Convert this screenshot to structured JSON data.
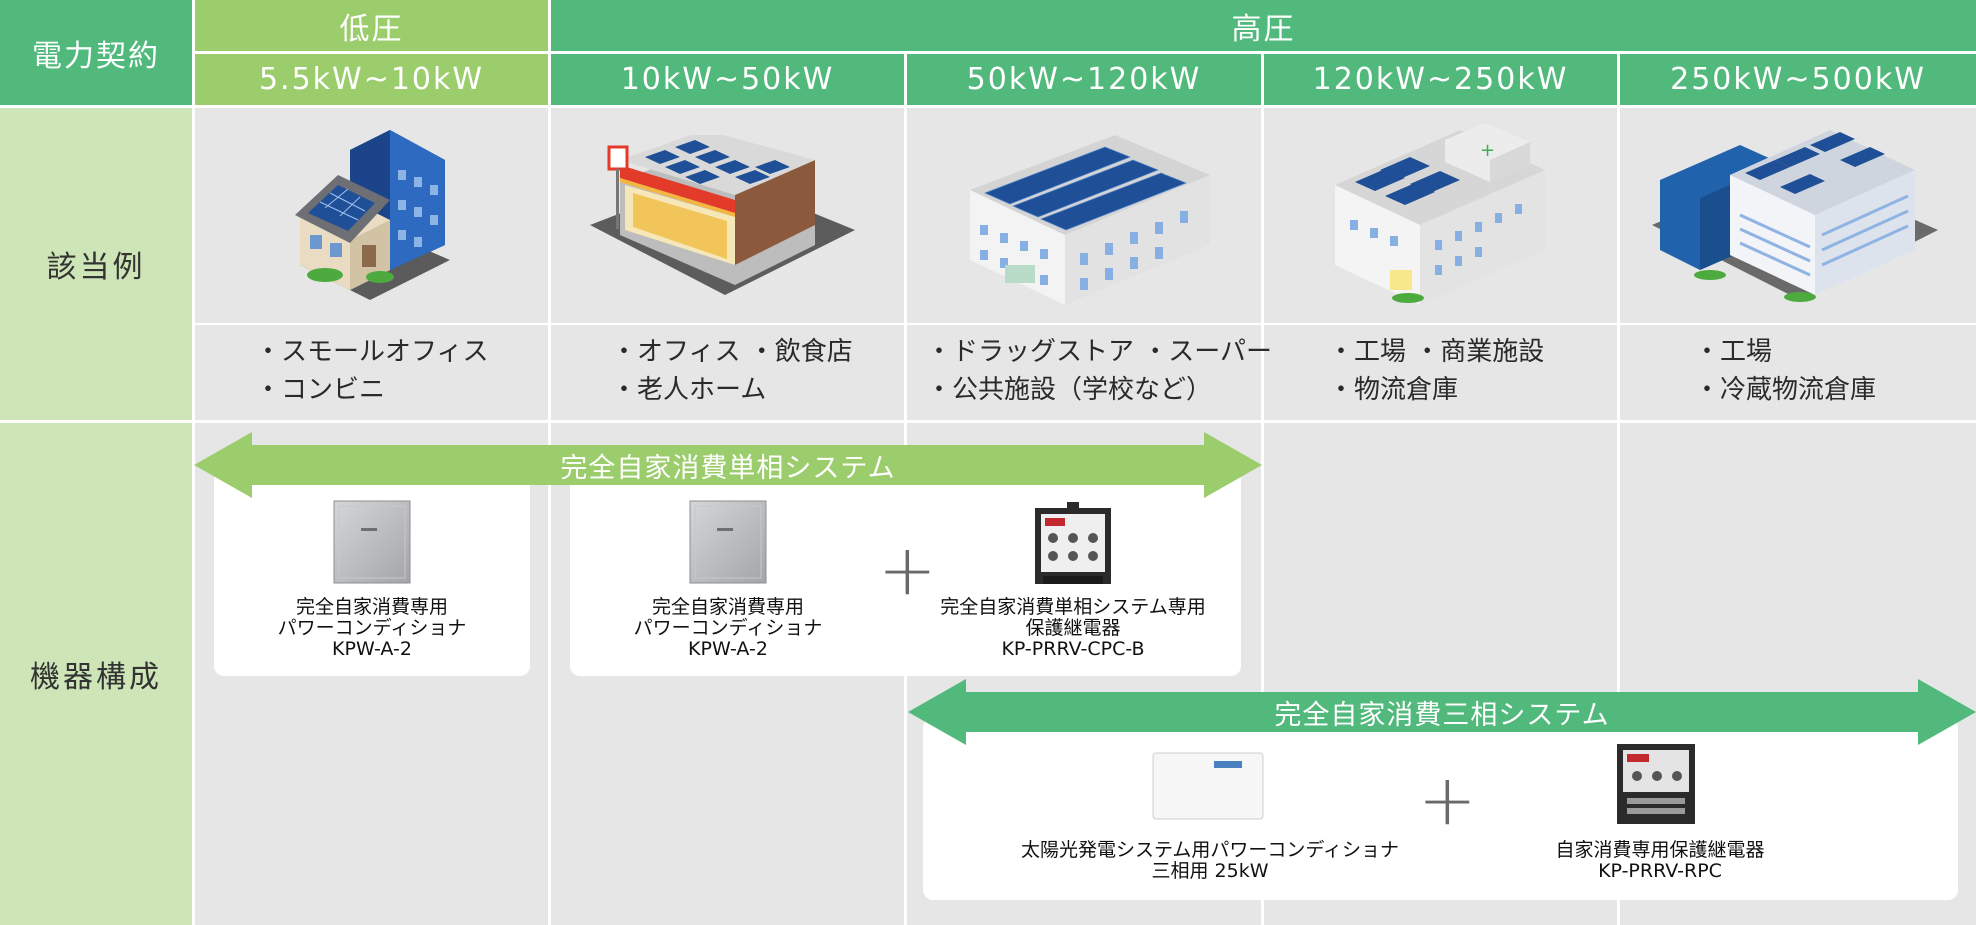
{
  "header": {
    "contract_label": "電力契約",
    "low_voltage": "低圧",
    "high_voltage": "高圧",
    "ranges": [
      "5.5kW~10kW",
      "10kW~50kW",
      "50kW~120kW",
      "120kW~250kW",
      "250kW~500kW"
    ]
  },
  "rows": {
    "examples_label": "該当例",
    "equipment_label": "機器構成"
  },
  "examples": [
    [
      "・スモールオフィス",
      "・コンビニ"
    ],
    [
      "・オフィス ・飲食店",
      "・老人ホーム"
    ],
    [
      "・ドラッグストア ・スーパー",
      "・公共施設（学校など）"
    ],
    [
      "・工場 ・商業施設",
      "・物流倉庫"
    ],
    [
      "・工場",
      "・冷蔵物流倉庫"
    ]
  ],
  "systems": {
    "single_phase": "完全自家消費単相システム",
    "three_phase": "完全自家消費三相システム"
  },
  "products": {
    "kpw_line1": "完全自家消費専用",
    "kpw_line2": "パワーコンディショナ",
    "kpw_model": "KPW-A-2",
    "cpc_line1": "完全自家消費単相システム専用",
    "cpc_line2": "保護継電器",
    "cpc_model": "KP-PRRV-CPC-B",
    "pcs3_line1": "太陽光発電システム用パワーコンディショナ",
    "pcs3_line2": "三相用 25kW",
    "rpc_line1": "自家消費専用保護継電器",
    "rpc_model": "KP-PRRV-RPC"
  },
  "plus_sign": "+",
  "colors": {
    "low_green": "#9ccd6c",
    "high_green": "#52b97c",
    "side_green": "#cde5b7",
    "cell_gray": "#e6e6e7"
  }
}
